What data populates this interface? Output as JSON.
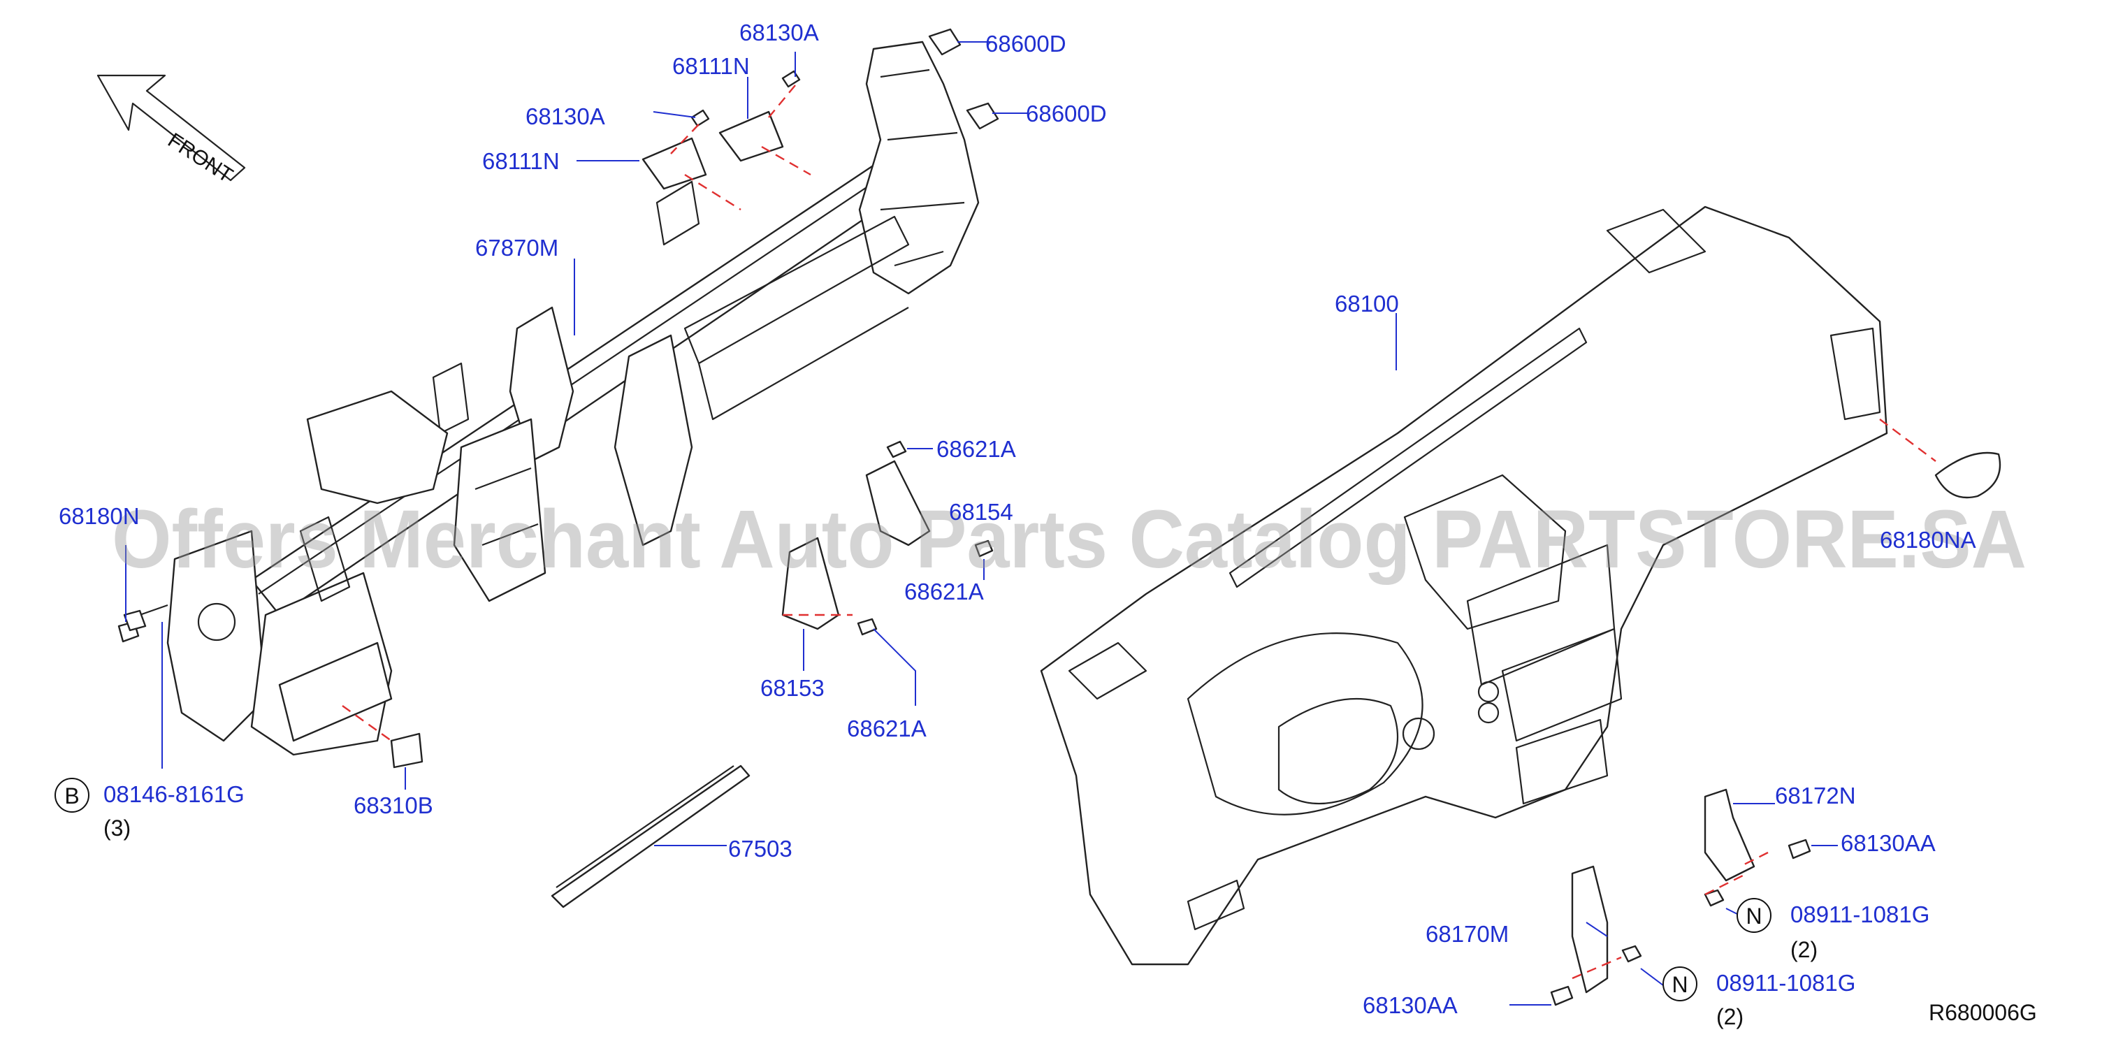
{
  "diagram": {
    "front_label": "FRONT",
    "ref_code": "R680006G",
    "watermark": "Offers Merchant Auto Parts Catalog PARTSTORE.SA",
    "colors": {
      "label": "#1f2fd0",
      "dash": "#e03030",
      "line": "#222222"
    },
    "callouts": {
      "c68130A_top": "68130A",
      "c68111N_top": "68111N",
      "c68600D_top": "68600D",
      "c68600D_mid": "68600D",
      "c68130A_left": "68130A",
      "c68111N_left": "68111N",
      "c67870M": "67870M",
      "c68100": "68100",
      "c68621A_top": "68621A",
      "c68154": "68154",
      "c68621A_mid": "68621A",
      "c68153": "68153",
      "c68621A_bot": "68621A",
      "c68180N_left": "68180N",
      "c68180NA_right": "68180NA",
      "c08146": "08146-8161G",
      "c08146_qty": "(3)",
      "c08146_badge": "B",
      "c68310B": "68310B",
      "c67503": "67503",
      "c68172N": "68172N",
      "c68130AA_right": "68130AA",
      "c08911_a": "08911-1081G",
      "c08911_a_qty": "(2)",
      "c08911_a_badge": "N",
      "c68170M": "68170M",
      "c08911_b": "08911-1081G",
      "c08911_b_qty": "(2)",
      "c08911_b_badge": "N",
      "c68130AA_left": "68130AA"
    }
  }
}
